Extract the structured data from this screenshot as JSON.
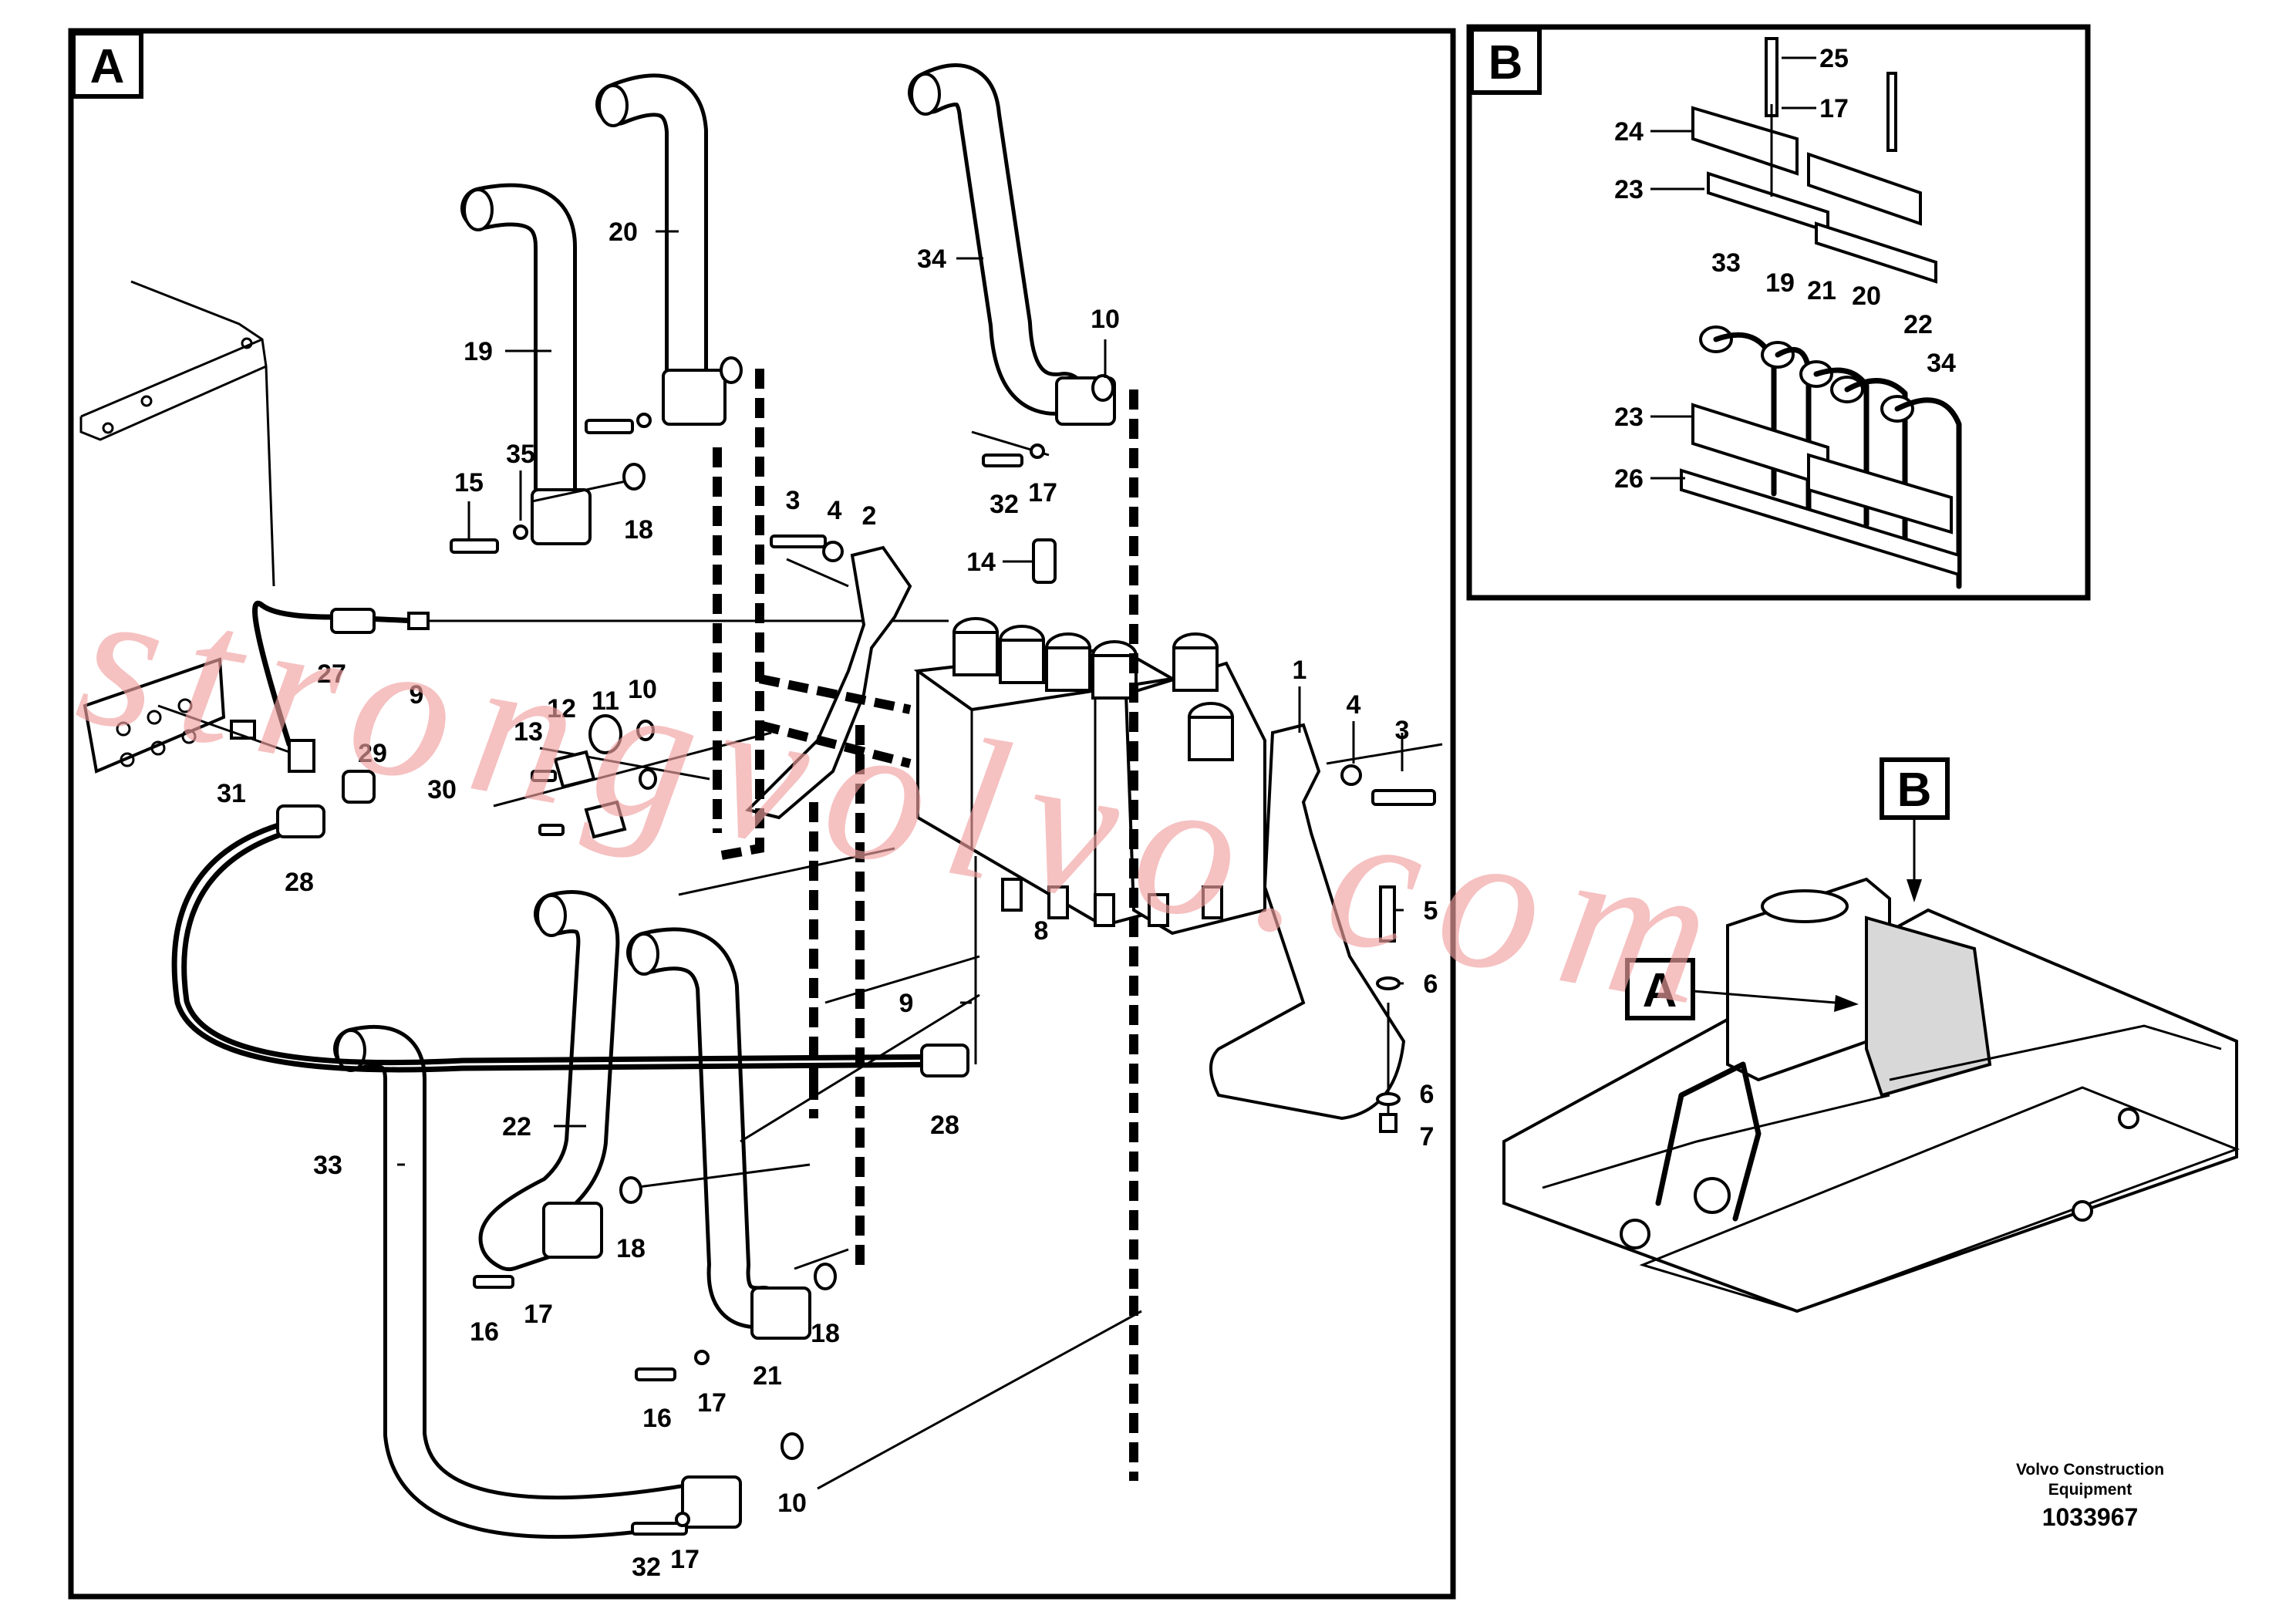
{
  "views": {
    "a_label": "A",
    "b_label": "B",
    "inset_a_label": "A",
    "inset_b_label": "B"
  },
  "callouts_a": [
    "20",
    "34",
    "19",
    "10",
    "15",
    "35",
    "18",
    "32",
    "17",
    "3",
    "4",
    "2",
    "14",
    "27",
    "9",
    "12",
    "11",
    "10",
    "13",
    "1",
    "4",
    "3",
    "29",
    "31",
    "30",
    "28",
    "5",
    "6",
    "8",
    "9",
    "6",
    "7",
    "28",
    "22",
    "33",
    "18",
    "16",
    "17",
    "18",
    "21",
    "16",
    "17",
    "10",
    "32",
    "17"
  ],
  "callouts_b": [
    "25",
    "17",
    "24",
    "23",
    "33",
    "19",
    "21",
    "20",
    "22",
    "34",
    "23",
    "26"
  ],
  "footer": {
    "company_line1": "Volvo Construction",
    "company_line2": "Equipment",
    "drawing_number": "1033967"
  },
  "watermark": "strongvolvo.com"
}
